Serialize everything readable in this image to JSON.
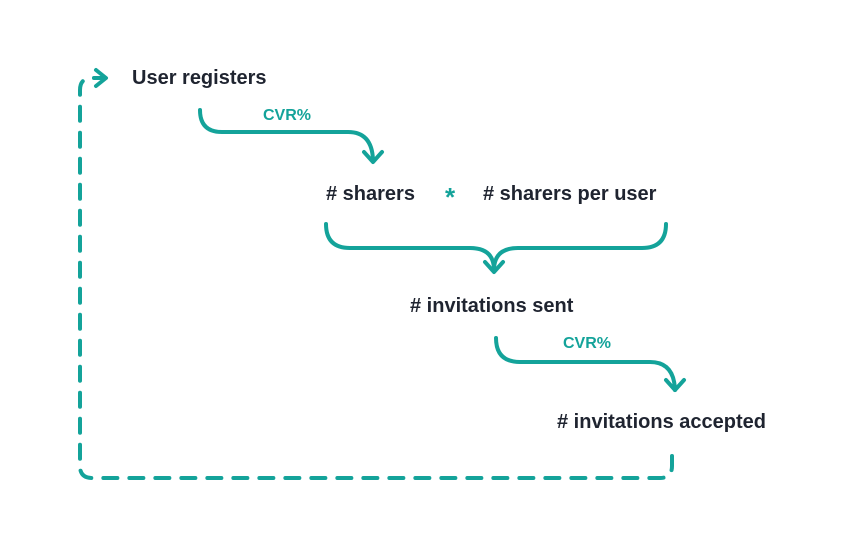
{
  "diagram": {
    "nodes": {
      "user_registers": "User registers",
      "sharers": "# sharers",
      "sharers_per_user": "# sharers per user",
      "invitations_sent": "# invitations sent",
      "invitations_accepted": "# invitations accepted"
    },
    "operator": "*",
    "edges": {
      "cvr_1": "CVR%",
      "cvr_2": "CVR%"
    }
  },
  "colors": {
    "accent": "#14a39a",
    "text": "#1f2430",
    "background": "#ffffff"
  }
}
